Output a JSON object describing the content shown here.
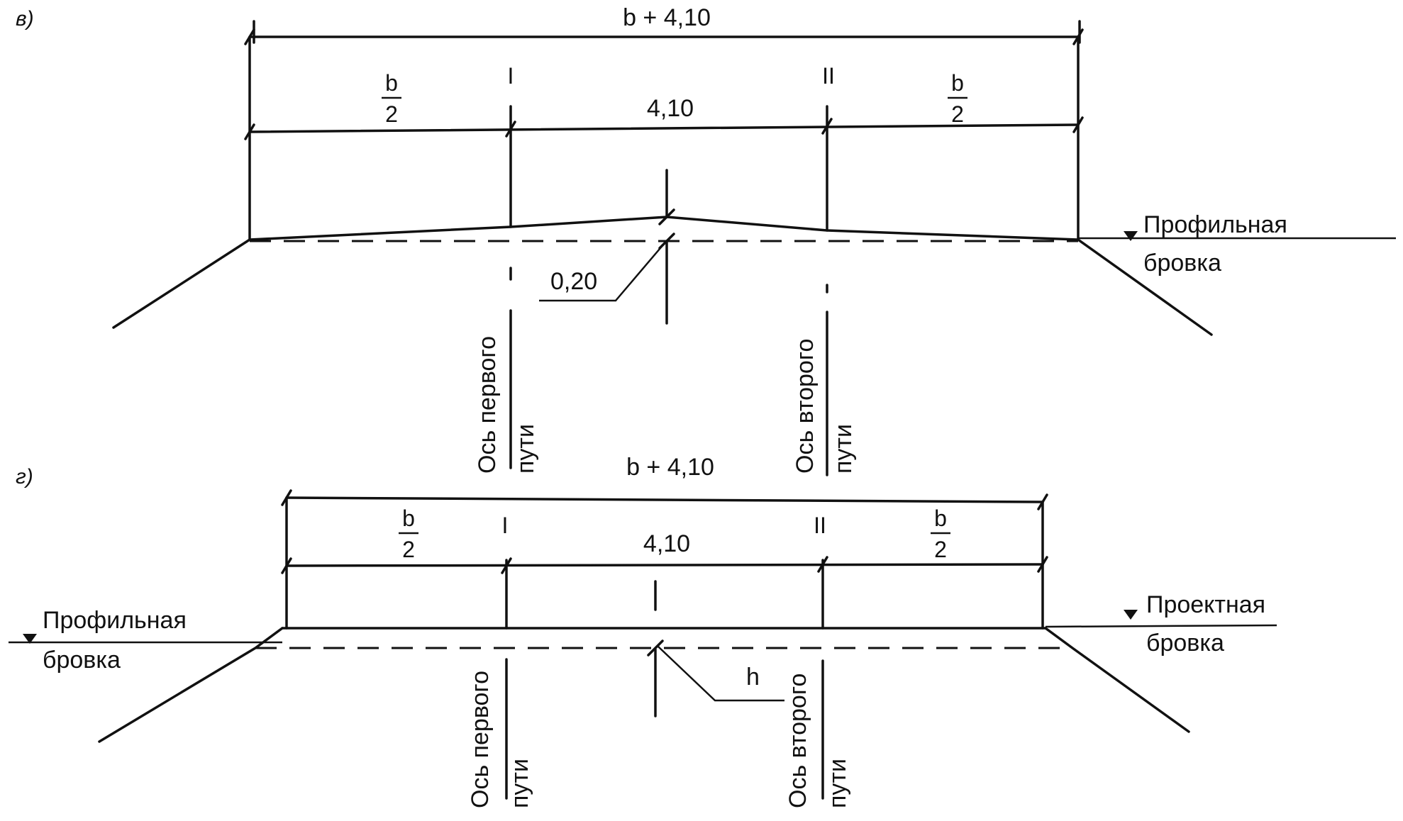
{
  "panel_v": {
    "label": "в)",
    "dim_total": "b + 4,10",
    "dim_center": "4,10",
    "half_num": "b",
    "half_den": "2",
    "axis_1": "I",
    "axis_2": "II",
    "crown_height": "0,20",
    "edge_label_line1": "Профильная",
    "edge_label_line2": "бровка",
    "axis1_line1": "Ось первого",
    "axis1_line2": "пути",
    "axis2_line1": "Ось второго",
    "axis2_line2": "пути"
  },
  "panel_g": {
    "label": "г)",
    "dim_total": "b + 4,10",
    "dim_center": "4,10",
    "half_num": "b",
    "half_den": "2",
    "axis_1": "I",
    "axis_2": "II",
    "height_label": "h",
    "left_label_line1": "Профильная",
    "left_label_line2": "бровка",
    "right_label_line1": "Проектная",
    "right_label_line2": "бровка",
    "axis1_line1": "Ось первого",
    "axis1_line2": "пути",
    "axis2_line1": "Ось второго",
    "axis2_line2": "пути"
  }
}
